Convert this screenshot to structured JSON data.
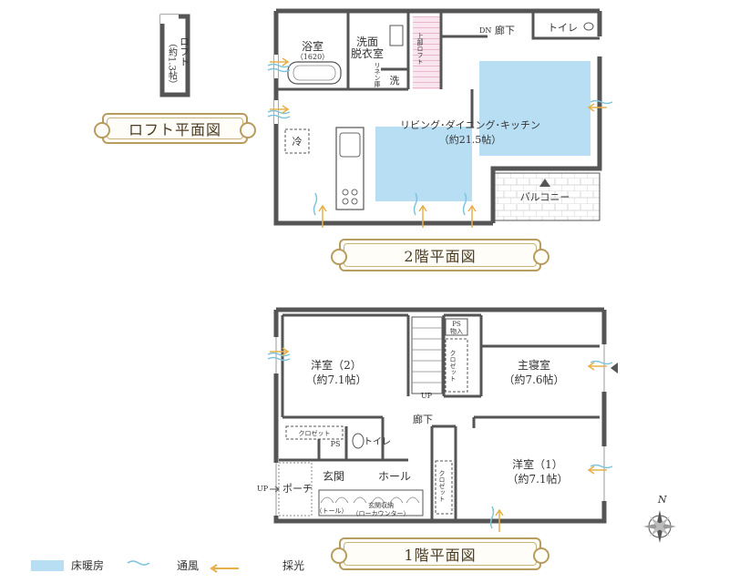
{
  "banners": {
    "loft": "ロフト平面図",
    "floor2": "2階平面図",
    "floor1": "1階平面図"
  },
  "loft": {
    "label": "ロフト",
    "area": "（約1.3帖）"
  },
  "floor2": {
    "bath": "浴室",
    "bath_size": "（1620）",
    "washroom": "洗面",
    "washroom2": "脱衣室",
    "linen": "リネン庫",
    "washer": "洗",
    "loft_ladder": "上部ロフト",
    "dn": "DN",
    "hall": "廊下",
    "toilet": "トイレ",
    "ldk": "リビング･ダイニング･キッチン",
    "ldk_area": "（約21.5帖）",
    "fridge": "冷",
    "balcony": "バルコニー"
  },
  "floor1": {
    "western2": "洋室（2）",
    "western2_area": "（約7.1帖）",
    "master": "主寝室",
    "master_area": "（約7.6帖）",
    "ps_storage": "PS",
    "storage": "物入",
    "closet": "クロゼット",
    "up": "UP",
    "hall": "廊下",
    "closet_w": "クロゼット",
    "ps": "PS",
    "toilet": "トイレ",
    "entrance": "玄関",
    "hall2": "ホール",
    "western1": "洋室（1）",
    "western1_area": "（約7.1帖）",
    "closet_e": "クロゼット",
    "porch_up": "UP",
    "porch": "ポーチ",
    "tall": "（トール）",
    "shoe_storage": "玄関収納",
    "shoe_storage2": "（ローカウンター）",
    "north": "N"
  },
  "legend": {
    "floor_heating": "床暖房",
    "ventilation": "通風",
    "daylight": "採光"
  },
  "colors": {
    "floor_heating": "#b8def3",
    "wall": "#555555",
    "gold": "#b89b5e",
    "wind": "#7fc4dc",
    "light": "#e8b04a"
  }
}
